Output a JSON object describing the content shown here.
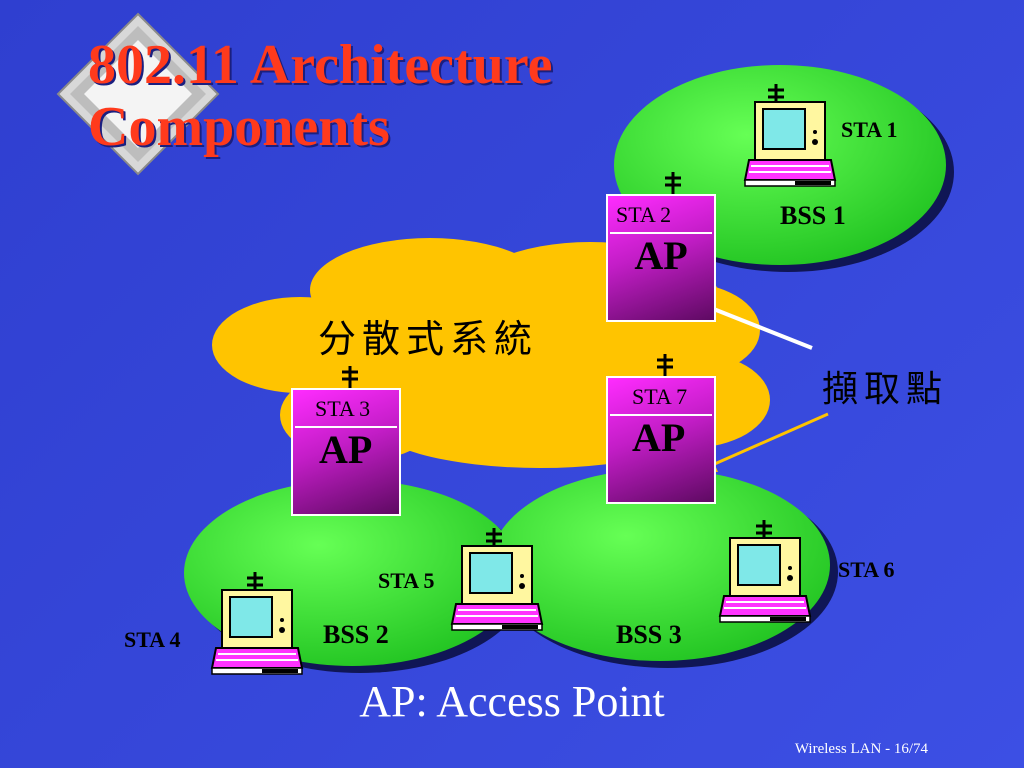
{
  "slide": {
    "title_line1": "802.11 Architecture",
    "title_line2": "Components",
    "caption": "AP: Access Point",
    "page_number": "Wireless LAN - 16/74"
  },
  "diagram": {
    "distribution_system": "分散式系統",
    "access_point_label": "擷取點",
    "bss": [
      "BSS 1",
      "BSS 2",
      "BSS 3"
    ],
    "stations": [
      "STA 1",
      "STA 4",
      "STA 5",
      "STA 6"
    ],
    "access_points": [
      {
        "sta": "STA 2",
        "label": "AP"
      },
      {
        "sta": "STA 3",
        "label": "AP"
      },
      {
        "sta": "STA 7",
        "label": "AP"
      }
    ]
  },
  "colors": {
    "background": "#3546d8",
    "title": "#ff3a1c",
    "bss_fill": "#33dd33",
    "ds_cloud": "#ffc400",
    "ap_box": "#cc22cc"
  },
  "icons": [
    "diamond-logo-icon",
    "laptop-icon",
    "antenna-icon",
    "arrow-icon"
  ]
}
